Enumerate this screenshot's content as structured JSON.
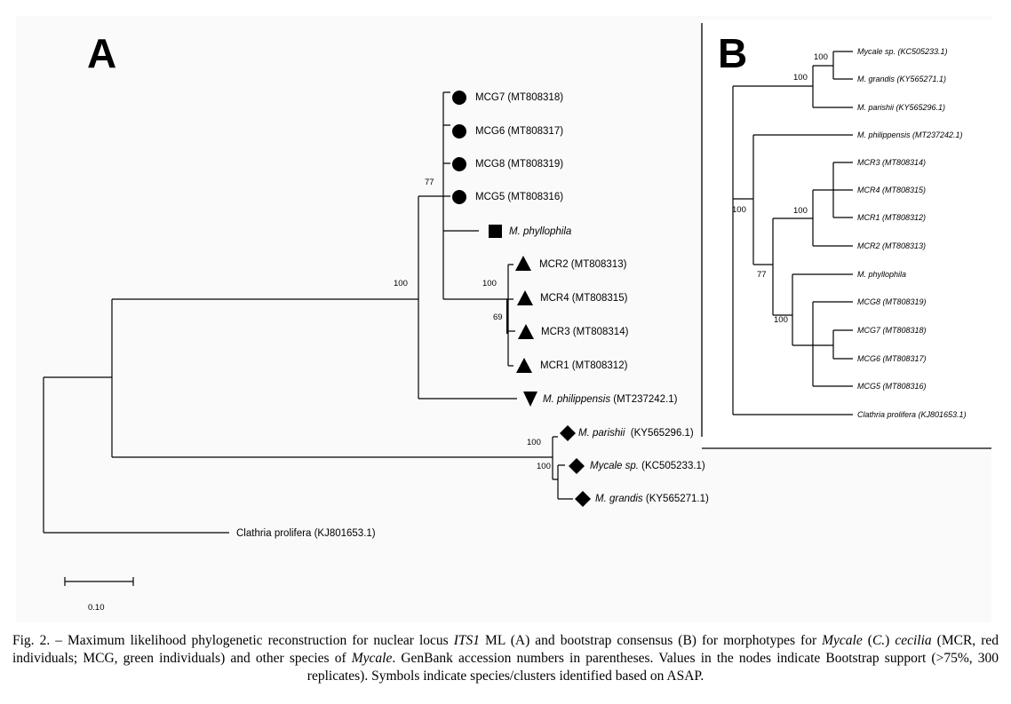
{
  "panel_a": {
    "letter": "A",
    "tips": [
      {
        "pre": "",
        "italic": "",
        "post": "MCG7 (MT808318)",
        "symbol": "circle"
      },
      {
        "pre": "",
        "italic": "",
        "post": "MCG6 (MT808317)",
        "symbol": "circle"
      },
      {
        "pre": "",
        "italic": "",
        "post": "MCG8 (MT808319)",
        "symbol": "circle"
      },
      {
        "pre": "",
        "italic": "",
        "post": "MCG5 (MT808316)",
        "symbol": "circle"
      },
      {
        "pre": "",
        "italic": "M. phyllophila",
        "post": "",
        "symbol": "square"
      },
      {
        "pre": "",
        "italic": "",
        "post": "MCR2 (MT808313)",
        "symbol": "triangle-up"
      },
      {
        "pre": "",
        "italic": "",
        "post": "MCR4 (MT808315)",
        "symbol": "triangle-up"
      },
      {
        "pre": "",
        "italic": "",
        "post": "MCR3 (MT808314)",
        "symbol": "triangle-up"
      },
      {
        "pre": "",
        "italic": "",
        "post": "MCR1 (MT808312)",
        "symbol": "triangle-up"
      },
      {
        "pre": "",
        "italic": "M. philippensis",
        "post": " (MT237242.1)",
        "symbol": "triangle-down"
      },
      {
        "pre": "",
        "italic": "M. parishii",
        "post": "  (KY565296.1)",
        "symbol": "diamond"
      },
      {
        "pre": "",
        "italic": "Mycale sp.",
        "post": " (KC505233.1)",
        "symbol": "diamond"
      },
      {
        "pre": "",
        "italic": "M. grandis",
        "post": " (KY565271.1)",
        "symbol": "diamond"
      },
      {
        "pre": "Clathria prolifera (KJ801653.1)",
        "italic": "",
        "post": "",
        "symbol": "none"
      }
    ],
    "supports": [
      "77",
      "100",
      "100",
      "69",
      "100",
      "100"
    ],
    "scale_bar_label": "0.10"
  },
  "panel_b": {
    "letter": "B",
    "tips": [
      "Mycale sp. (KC505233.1)",
      "M. grandis (KY565271.1)",
      "M. parishii (KY565296.1)",
      "M. philippensis (MT237242.1)",
      "MCR3 (MT808314)",
      "MCR4 (MT808315)",
      "MCR1 (MT808312)",
      "MCR2 (MT808313)",
      "M. phyllophila",
      "MCG8 (MT808319)",
      "MCG7 (MT808318)",
      "MCG6 (MT808317)",
      "MCG5 (MT808316)",
      "Clathria prolifera (KJ801653.1)"
    ],
    "supports": [
      "100",
      "100",
      "100",
      "100",
      "77",
      "100"
    ]
  },
  "caption": {
    "seg1": "Fig. 2. – Maximum likelihood phylogenetic reconstruction for nuclear locus ",
    "seg2_italic": "ITS1",
    "seg3": " ML (A) and bootstrap consensus (B) for morphotypes for ",
    "seg4_italic": "Mycale",
    "seg5": " (",
    "seg6_italic": "C.",
    "seg7": ") ",
    "seg8_italic": "cecilia",
    "seg9": " (MCR, red individuals; MCG, green individuals) and other species of ",
    "seg10_italic": "Mycale",
    "seg11": ". GenBank accession numbers in parentheses. Values in the nodes indicate Bootstrap support (>75%, 300 replicates). Symbols indicate species/clusters identified based on ASAP."
  }
}
